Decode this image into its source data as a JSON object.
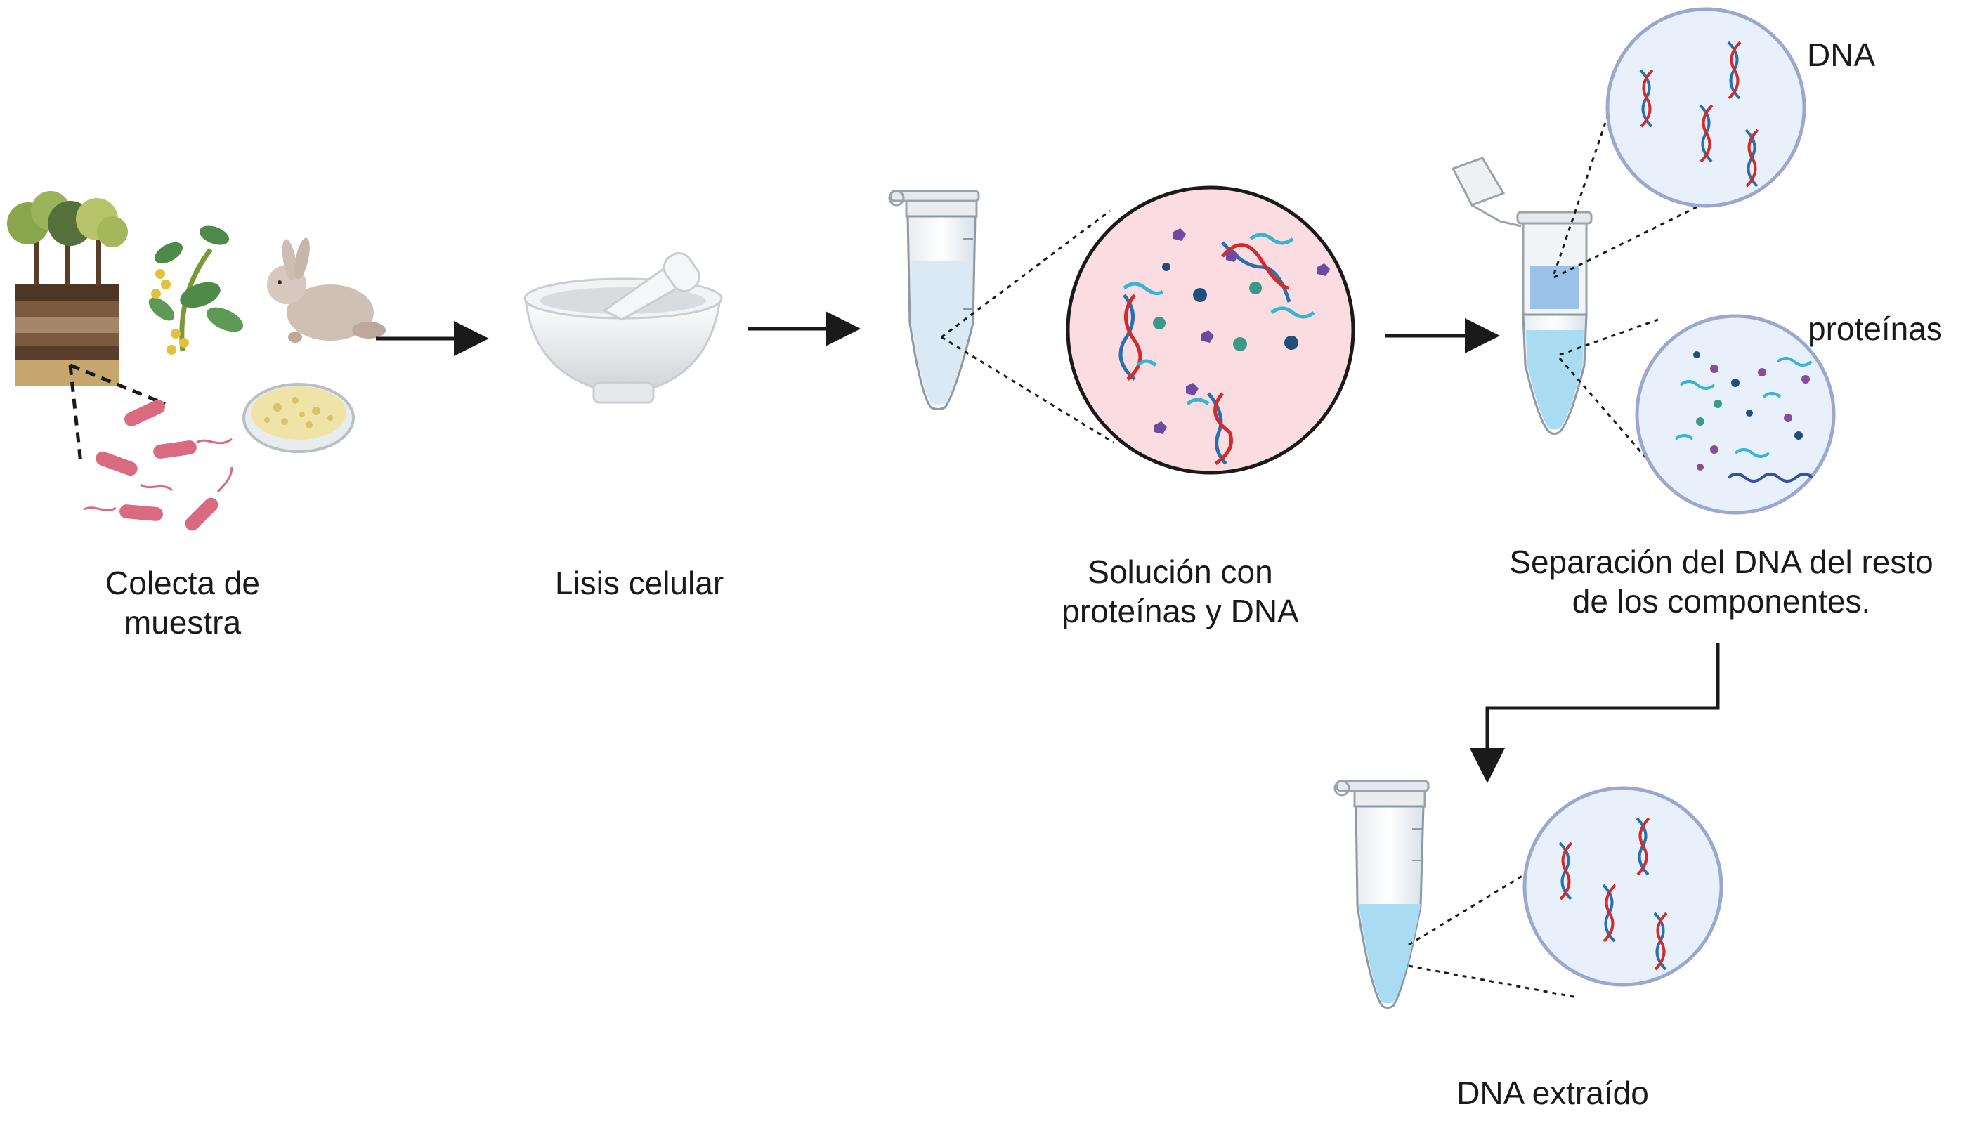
{
  "labels": {
    "sample_collection": [
      "Colecta de",
      "muestra"
    ],
    "cell_lysis": "Lisis celular",
    "solution": [
      "Solución con",
      "proteínas y DNA"
    ],
    "separation": [
      "Separación del DNA del resto",
      "de los componentes."
    ],
    "dna_zoom": "DNA",
    "protein_zoom": "proteínas",
    "extracted": "DNA extraído"
  },
  "colors": {
    "arrow": "#1a1a1a",
    "tube_liquid": "#cfe9f7",
    "tube_liquid_blue": "#a9dcf3",
    "pink_circle": "#fbdde1",
    "blue_circle": "#e8f1fb",
    "circle_border": "#9aa8cf",
    "dna_red": "#d52a2a",
    "dna_blue": "#2a6fb0",
    "bacteria": "#d96a80",
    "soil": "#6b4a33",
    "rabbit": "#cfc0b6"
  },
  "icons": [
    "soil-trees-icon",
    "plant-icon",
    "rabbit-icon",
    "petri-dish-icon",
    "bacteria-icon",
    "mortar-pestle-icon",
    "microtube-icon",
    "spin-column-icon",
    "dna-icon",
    "protein-icon"
  ]
}
